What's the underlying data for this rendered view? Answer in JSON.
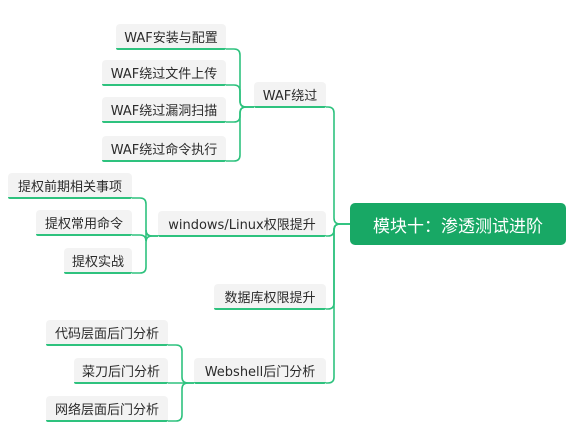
{
  "root": {
    "label": "模块十：渗透测试进阶"
  },
  "branches": [
    {
      "label": "WAF绕过",
      "children": [
        "WAF安装与配置",
        "WAF绕过文件上传",
        "WAF绕过漏洞扫描",
        "WAF绕过命令执行"
      ]
    },
    {
      "label": "windows/Linux权限提升",
      "children": [
        "提权前期相关事项",
        "提权常用命令",
        "提权实战"
      ]
    },
    {
      "label": "数据库权限提升",
      "children": []
    },
    {
      "label": "Webshell后门分析",
      "children": [
        "代码层面后门分析",
        "菜刀后门分析",
        "网络层面后门分析"
      ]
    }
  ],
  "colors": {
    "line": "#2ec27e",
    "root_bg": "#18a865",
    "node_bg": "#f3f3f3"
  }
}
